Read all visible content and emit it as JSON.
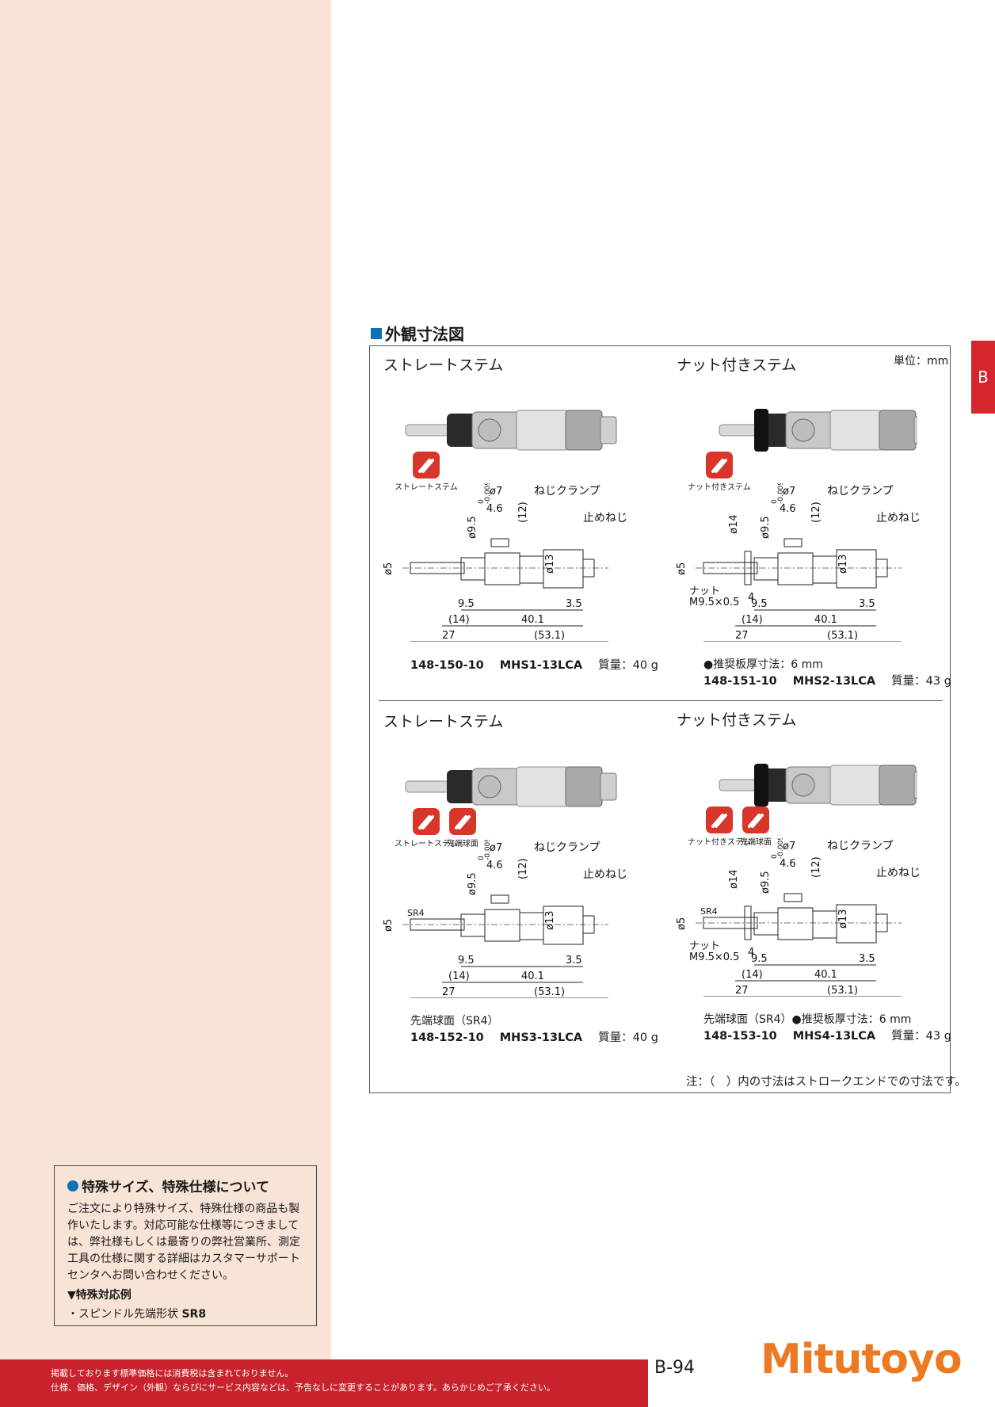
{
  "side_tab": {
    "label": "B"
  },
  "section": {
    "title": "外観寸法図"
  },
  "unit_label": "単位：mm",
  "panels": [
    {
      "title": "ストレートステム",
      "badges": [
        "ストレートステム"
      ],
      "dims": {
        "d_outer": "ø13",
        "d_spindle": "ø5",
        "d_sleeve": "ø9.5",
        "tol_top": "0",
        "tol_bot": "-0.009",
        "d_clamp": "ø7",
        "w_clamp": "4.6",
        "h_clamp": "(12)",
        "len_a": "9.5",
        "len_b": "3.5",
        "len_c": "(14)",
        "len_d": "40.1",
        "len_e": "27",
        "len_f": "(53.1)",
        "clamp_label": "ねじクランプ",
        "stop_label": "止めねじ"
      },
      "notes": [],
      "model": {
        "code": "148-150-10",
        "name": "MHS1-13LCA",
        "weight": "質量：40 g"
      }
    },
    {
      "title": "ナット付きステム",
      "badges": [
        "ナット付きステム"
      ],
      "dims": {
        "d_outer": "ø13",
        "d_spindle": "ø5",
        "d_sleeve": "ø9.5",
        "tol_top": "0",
        "tol_bot": "-0.009",
        "d_clamp": "ø7",
        "w_clamp": "4.6",
        "h_clamp": "(12)",
        "len_a": "9.5",
        "len_b": "3.5",
        "len_c": "(14)",
        "len_d": "40.1",
        "len_e": "27",
        "len_f": "(53.1)",
        "clamp_label": "ねじクランプ",
        "stop_label": "止めねじ",
        "d_nut": "ø14",
        "nut_w": "4",
        "nut_label": "ナット",
        "nut_thread": "M9.5×0.5"
      },
      "notes": [
        "●推奨板厚寸法：6 mm"
      ],
      "model": {
        "code": "148-151-10",
        "name": "MHS2-13LCA",
        "weight": "質量：43 g"
      }
    },
    {
      "title": "ストレートステム",
      "badges": [
        "ストレートステム",
        "先端球面"
      ],
      "dims": {
        "d_outer": "ø13",
        "d_spindle": "ø5",
        "d_sleeve": "ø9.5",
        "tol_top": "0",
        "tol_bot": "-0.009",
        "d_clamp": "ø7",
        "w_clamp": "4.6",
        "h_clamp": "(12)",
        "len_a": "9.5",
        "len_b": "3.5",
        "len_c": "(14)",
        "len_d": "40.1",
        "len_e": "27",
        "len_f": "(53.1)",
        "clamp_label": "ねじクランプ",
        "stop_label": "止めねじ",
        "sr": "SR4"
      },
      "notes": [
        "先端球面（SR4）"
      ],
      "model": {
        "code": "148-152-10",
        "name": "MHS3-13LCA",
        "weight": "質量：40 g"
      }
    },
    {
      "title": "ナット付きステム",
      "badges": [
        "ナット付きステム",
        "先端球面"
      ],
      "dims": {
        "d_outer": "ø13",
        "d_spindle": "ø5",
        "d_sleeve": "ø9.5",
        "tol_top": "0",
        "tol_bot": "-0.009",
        "d_clamp": "ø7",
        "w_clamp": "4.6",
        "h_clamp": "(12)",
        "len_a": "9.5",
        "len_b": "3.5",
        "len_c": "(14)",
        "len_d": "40.1",
        "len_e": "27",
        "len_f": "(53.1)",
        "clamp_label": "ねじクランプ",
        "stop_label": "止めねじ",
        "sr": "SR4",
        "d_nut": "ø14",
        "nut_w": "4",
        "nut_label": "ナット",
        "nut_thread": "M9.5×0.5"
      },
      "notes": [
        "先端球面（SR4）●推奨板厚寸法：6 mm"
      ],
      "model": {
        "code": "148-153-10",
        "name": "MHS4-13LCA",
        "weight": "質量：43 g"
      }
    }
  ],
  "footnote": "注：（　）内の寸法はストロークエンドでの寸法です。",
  "special": {
    "title": "特殊サイズ、特殊仕様について",
    "body": "ご注文により特殊サイズ、特殊仕様の商品も製作いたします。対応可能な仕様等につきましては、弊社様もしくは最寄りの弊社営業所、測定工具の仕様に関する詳細はカスタマーサポートセンタへお問い合わせください。",
    "sub": "▼特殊対応例",
    "item_prefix": "・スピンドル先端形状 ",
    "item_value": "SR8"
  },
  "footer": {
    "line1": "掲載しております標準価格には消費税は含まれておりません。",
    "line2": "仕様、価格、デザイン（外観）ならびにサービス内容などは、予告なしに変更することがあります。あらかじめご了承ください。",
    "page": "B-94",
    "logo": "Mitutoyo"
  }
}
